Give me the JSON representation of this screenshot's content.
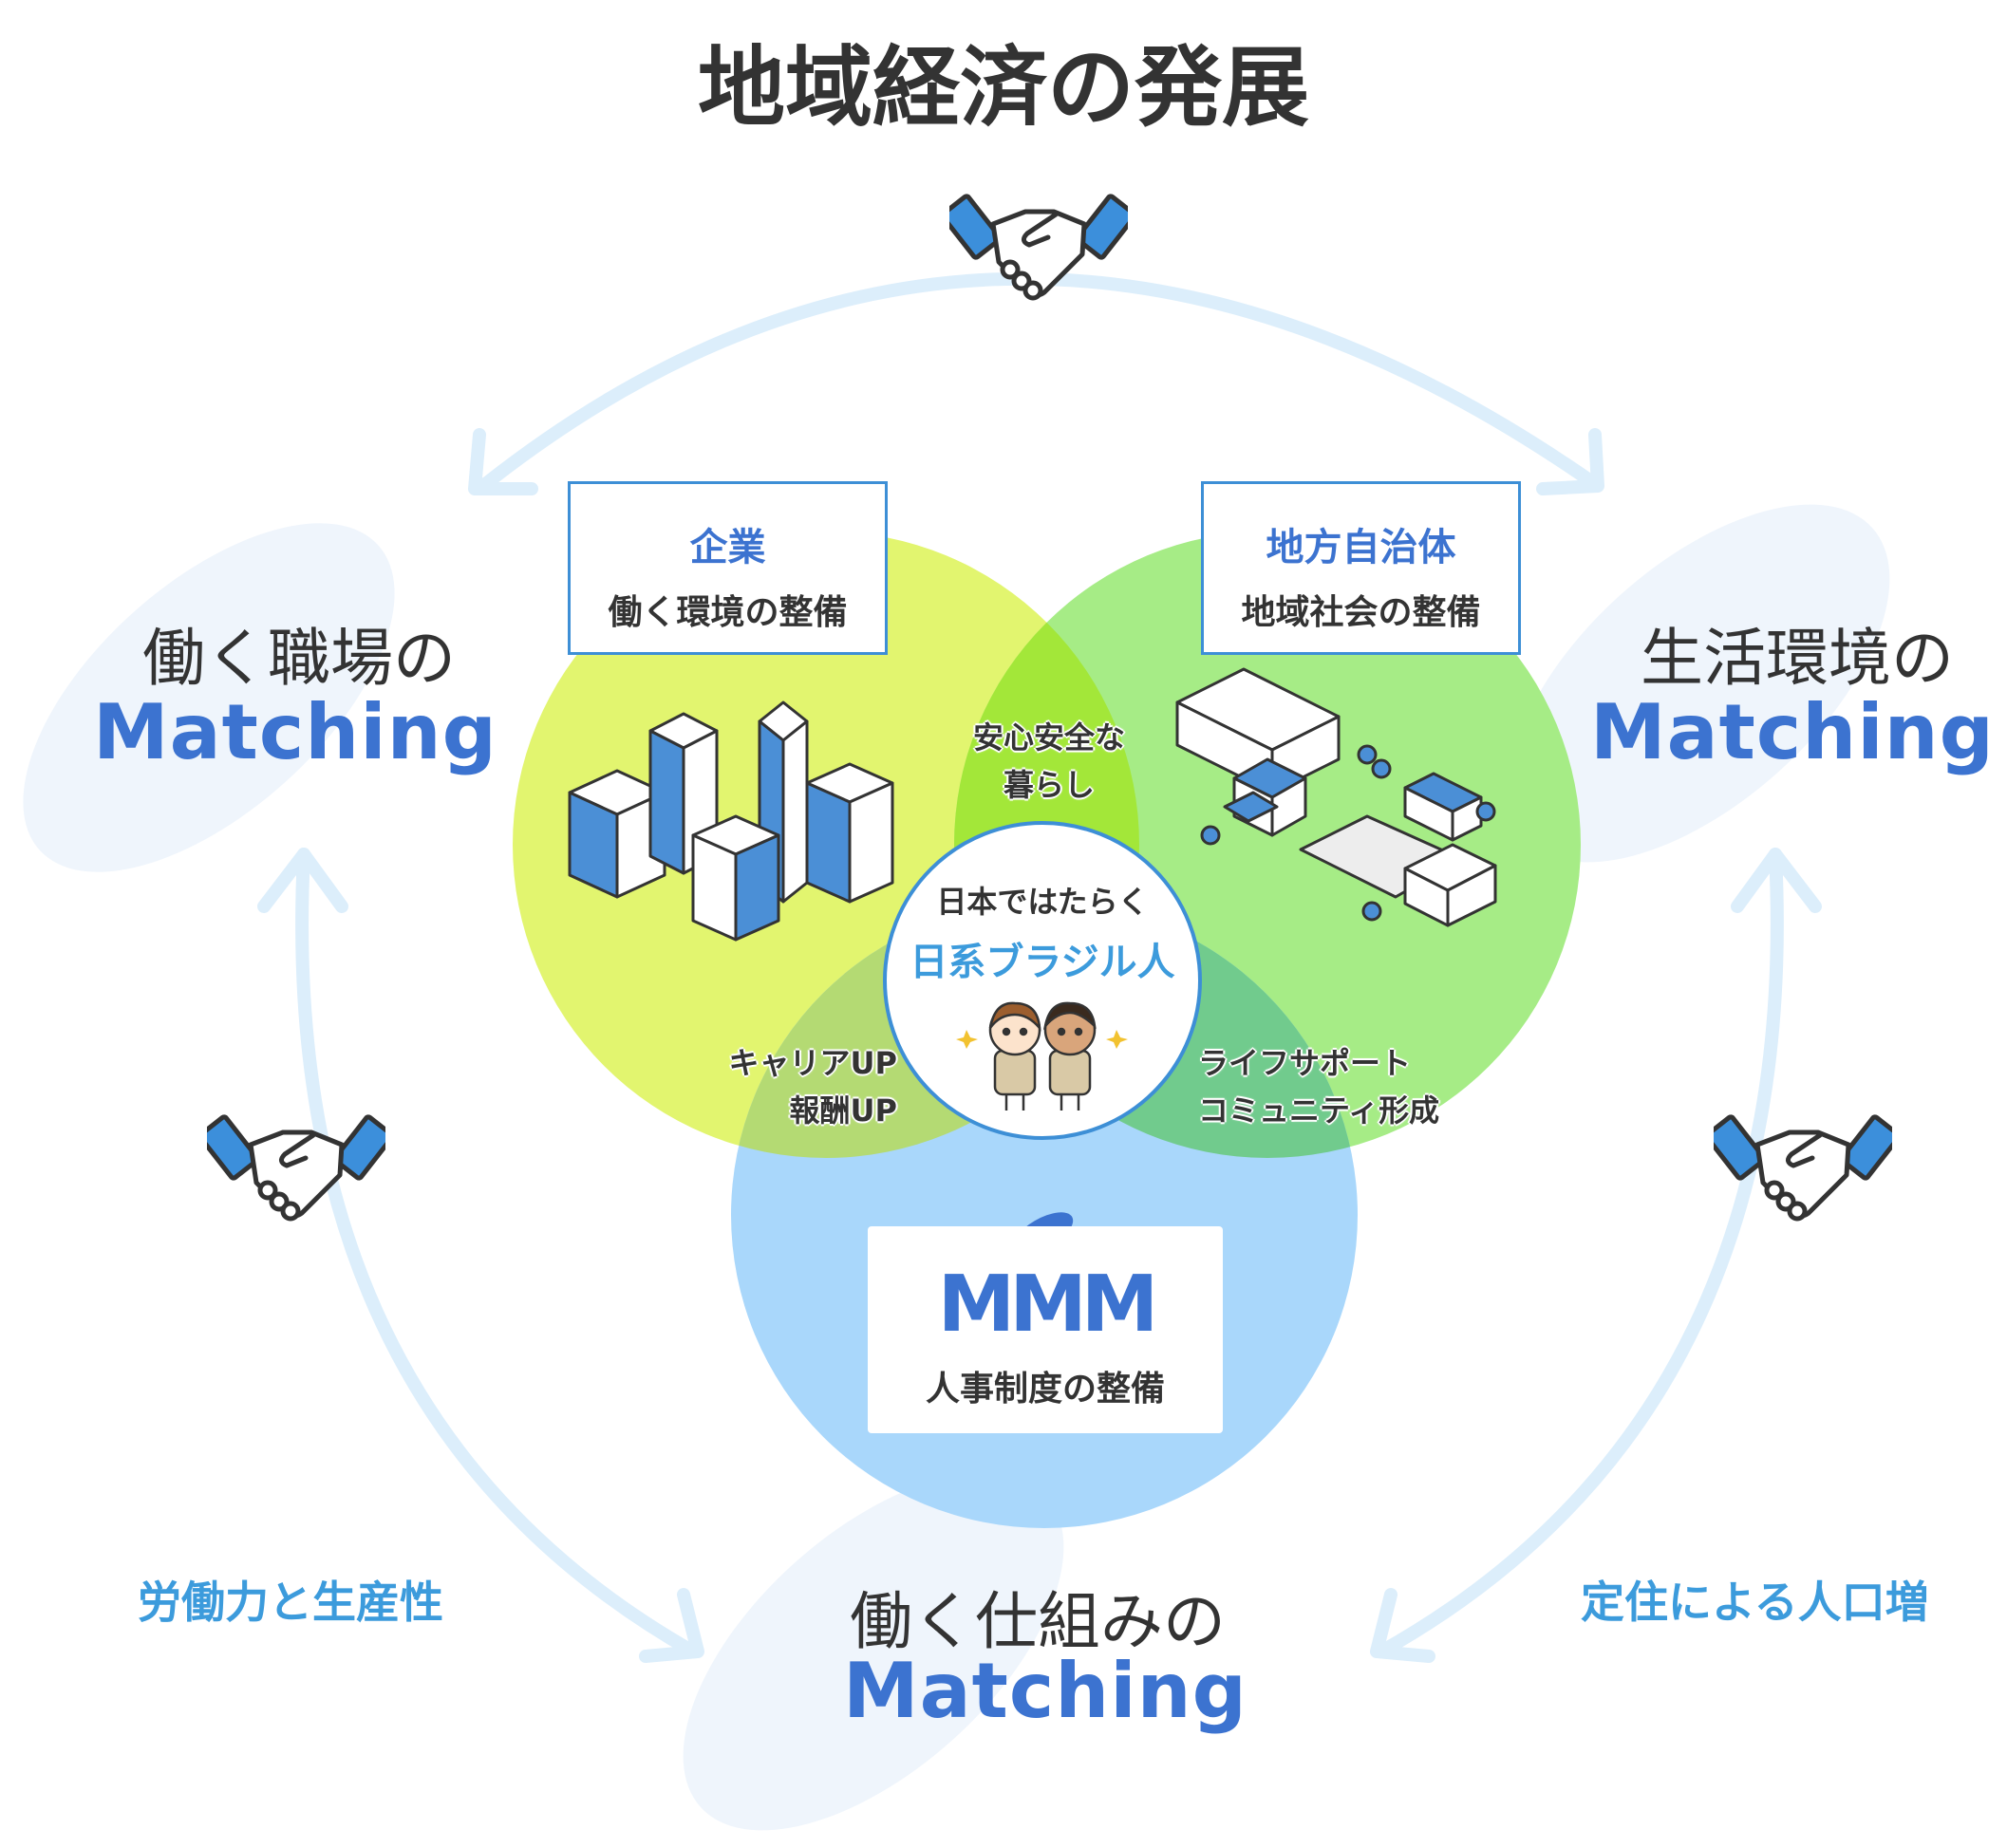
{
  "title": "地域経済の発展",
  "colors": {
    "circle_company": "#E2F56F",
    "circle_local": "#A6EC86",
    "circle_mmm": "#A9D7FB",
    "overlap_company_local": "#A3E739",
    "overlap_company_mmm": "#B4DA73",
    "overlap_local_mmm": "#71CB8D",
    "accent_blue": "#3C73D0",
    "caption_blue": "#3C9BDC",
    "arrow": "#DCEEFB"
  },
  "left_matching": {
    "sub": "働く職場の",
    "main": "Matching"
  },
  "right_matching": {
    "sub": "生活環境の",
    "main": "Matching"
  },
  "bottom_matching": {
    "sub": "働く仕組みの",
    "main": "Matching"
  },
  "company_box": {
    "title": "企業",
    "desc": "働く環境の整備"
  },
  "local_box": {
    "title": "地方自治体",
    "desc": "地域社会の整備"
  },
  "overlaps": {
    "top": [
      "安心安全な",
      "暮らし"
    ],
    "left": [
      "キャリアUP",
      "報酬UP"
    ],
    "right": [
      "ライフサポート",
      "コミュニティ形成"
    ]
  },
  "center": {
    "line1": "日本ではたらく",
    "line2": "日系ブラジル人"
  },
  "mmm": {
    "logo": "MMM",
    "desc": "人事制度の整備"
  },
  "captions": {
    "left": "労働力と生産性",
    "right": "定住による人口増"
  },
  "icons": [
    "handshake-icon",
    "city-buildings-icon",
    "town-icon",
    "workers-icon"
  ]
}
